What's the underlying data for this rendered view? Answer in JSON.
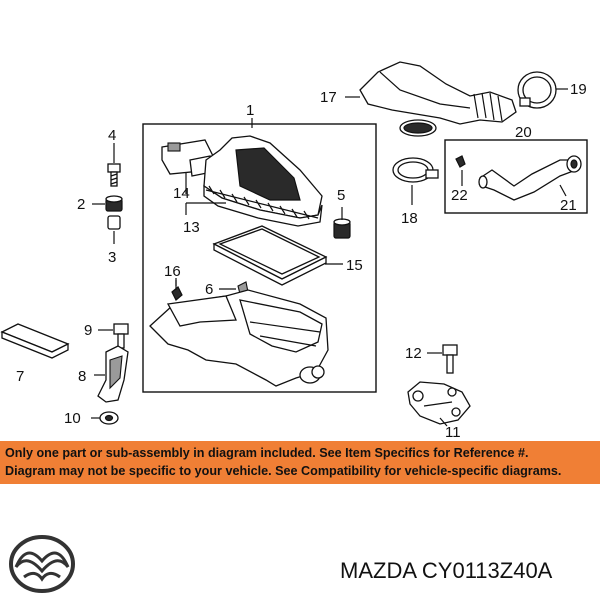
{
  "callouts": {
    "c1": "1",
    "c2": "2",
    "c3": "3",
    "c4": "4",
    "c5": "5",
    "c6": "6",
    "c7": "7",
    "c8": "8",
    "c9": "9",
    "c10": "10",
    "c11": "11",
    "c12": "12",
    "c13": "13",
    "c14": "14",
    "c15": "15",
    "c16": "16",
    "c17": "17",
    "c18": "18",
    "c19": "19",
    "c20": "20",
    "c21": "21",
    "c22": "22"
  },
  "notice": {
    "line1": "Only one part or sub-assembly in diagram included. See Item Specifics for Reference #.",
    "line2": "Diagram may not be specific to your vehicle. See Compatibility for vehicle-specific diagrams."
  },
  "footer": {
    "part_number": "MAZDA CY0113Z40A"
  },
  "colors": {
    "banner": "#f07f35",
    "ink": "#111111"
  }
}
